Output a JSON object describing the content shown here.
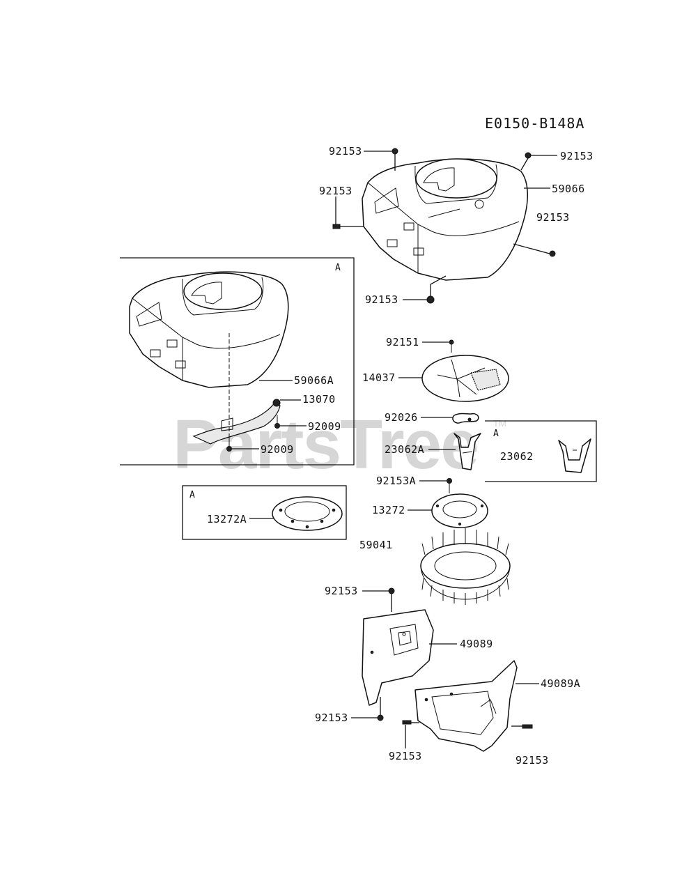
{
  "diagram_id": "E0150-B148A",
  "watermark": "PartsTree",
  "watermark_tm": "TM",
  "inset_tag": "A",
  "labels": {
    "p92153_top_left": "92153",
    "p92153_top_right": "92153",
    "p92153_left": "92153",
    "p59066": "59066",
    "p92153_right": "92153",
    "p92153_bottom": "92153",
    "p92151": "92151",
    "p14037": "14037",
    "p92026": "92026",
    "p23062A": "23062A",
    "p23062": "23062",
    "p92153A": "92153A",
    "p13272": "13272",
    "p59041": "59041",
    "p92153_guard_top": "92153",
    "p49089": "49089",
    "p49089A": "49089A",
    "p92153_guard_bottom": "92153",
    "p92153_cover_left": "92153",
    "p92153_cover_right": "92153",
    "p59066A": "59066A",
    "p13070": "13070",
    "p92009_upper": "92009",
    "p92009_lower": "92009",
    "p13272A": "13272A"
  }
}
